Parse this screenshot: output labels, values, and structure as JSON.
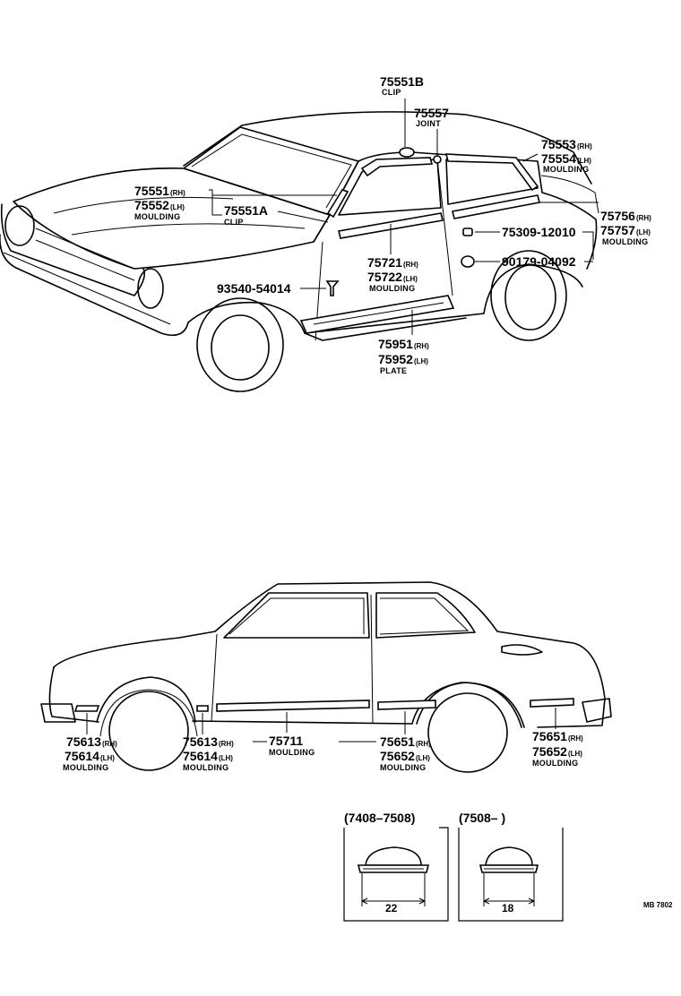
{
  "callouts": {
    "c75551B": {
      "num": "75551B",
      "name": "CLIP"
    },
    "c75557": {
      "num": "75557",
      "name": "JOINT"
    },
    "c75553": {
      "num": "75553",
      "sfx": "(RH)"
    },
    "c75554": {
      "num": "75554",
      "sfx": "(LH)",
      "name": "MOULDING"
    },
    "c75551": {
      "num": "75551",
      "sfx": "(RH)"
    },
    "c75552": {
      "num": "75552",
      "sfx": "(LH)",
      "name": "MOULDING"
    },
    "c75551A": {
      "num": "75551A",
      "name": "CLIP"
    },
    "c75756": {
      "num": "75756",
      "sfx": "(RH)"
    },
    "c75757": {
      "num": "75757",
      "sfx": "(LH)",
      "name": "MOULDING"
    },
    "c75309": {
      "num": "75309-12010"
    },
    "c90179": {
      "num": "90179-04092"
    },
    "c75721": {
      "num": "75721",
      "sfx": "(RH)"
    },
    "c75722": {
      "num": "75722",
      "sfx": "(LH)",
      "name": "MOULDING"
    },
    "c93540": {
      "num": "93540-54014"
    },
    "c75951": {
      "num": "75951",
      "sfx": "(RH)"
    },
    "c75952": {
      "num": "75952",
      "sfx": "(LH)",
      "name": "PLATE"
    },
    "c75613a": {
      "num": "75613",
      "sfx": "(RH)"
    },
    "c75614a": {
      "num": "75614",
      "sfx": "(LH)",
      "name": "MOULDING"
    },
    "c75613b": {
      "num": "75613",
      "sfx": "(RH)"
    },
    "c75614b": {
      "num": "75614",
      "sfx": "(LH)",
      "name": "MOULDING"
    },
    "c75711": {
      "num": "75711",
      "name": "MOULDING"
    },
    "c75651a": {
      "num": "75651",
      "sfx": "(RH)"
    },
    "c75652a": {
      "num": "75652",
      "sfx": "(LH)",
      "name": "MOULDING"
    },
    "c75651b": {
      "num": "75651",
      "sfx": "(RH)"
    },
    "c75652b": {
      "num": "75652",
      "sfx": "(LH)",
      "name": "MOULDING"
    }
  },
  "sections": {
    "left": {
      "label": "(7408–7508)",
      "dimension": "22"
    },
    "right": {
      "label": "(7508–      )",
      "dimension": "18"
    }
  },
  "drawing_code": "MB 7802"
}
